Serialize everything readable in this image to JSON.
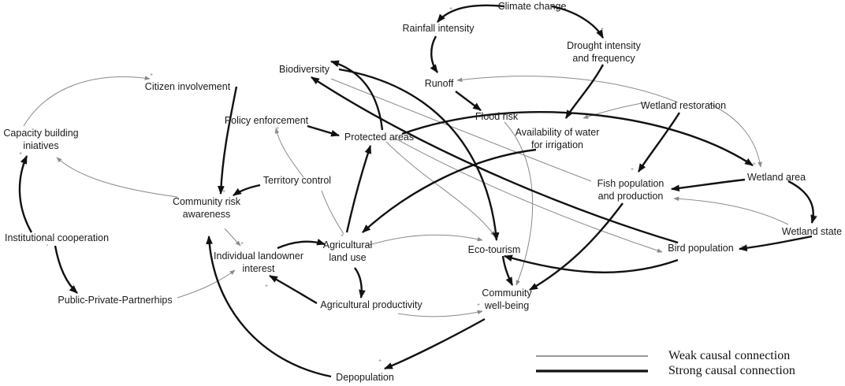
{
  "nodes": {
    "climate_change": "Climate change",
    "rainfall_intensity": "Rainfall intensity",
    "drought": [
      "Drought intensity",
      "and frequency"
    ],
    "runoff": "Runoff",
    "biodiversity": "Biodiversity",
    "citizen_involvement": "Citizen involvement",
    "policy_enforcement": "Policy enforcement",
    "protected_areas": "Protected areas",
    "flood_risk": "Flood risk",
    "water_availability": [
      "Availability of water",
      "for irrigation"
    ],
    "wetland_restoration": "Wetland restoration",
    "capacity_building": [
      "Capacity building",
      "iniatives"
    ],
    "territory_control": "Territory control",
    "community_risk_awareness": [
      "Community risk",
      "awareness"
    ],
    "fish_population": [
      "Fish population",
      "and production"
    ],
    "wetland_area": "Wetland area",
    "wetland_state": "Wetland state",
    "institutional_cooperation": "Institutional cooperation",
    "individual_landowner_interest": [
      "Individual landowner",
      "interest"
    ],
    "agricultural_land_use": [
      "Agricultural",
      "land use"
    ],
    "eco_tourism": "Eco-tourism",
    "bird_population": "Bird population",
    "community_wellbeing": [
      "Community",
      "well-being"
    ],
    "ppp": "Public-Private-Partnerhips",
    "agricultural_productivity": "Agricultural productivity",
    "depopulation": "Depopulation"
  },
  "link_sign": "+",
  "legend": {
    "weak": "Weak causal connection",
    "strong": "Strong causal connection"
  }
}
